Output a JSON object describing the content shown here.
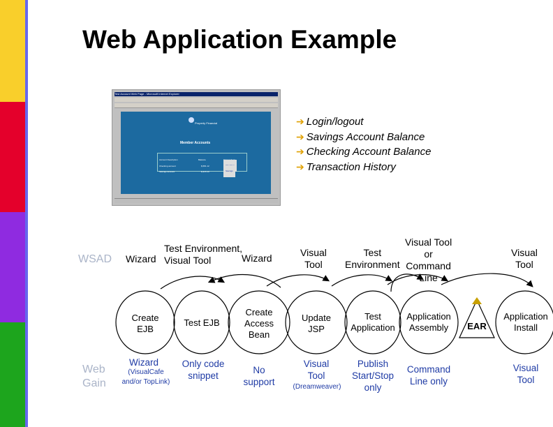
{
  "title": "Web Application Example",
  "sidebar_colors": [
    "#f9cf2b",
    "#e4002b",
    "#8f2be0",
    "#1da51d",
    "#6666ee"
  ],
  "screenshot": {
    "window_title": "Test Account Web Page - Microsoft Internet Explorer",
    "logo": "Property Financial",
    "heading": "Member Accounts",
    "columns": [
      "Account Description",
      "Balance",
      "Transactions"
    ],
    "rows": [
      {
        "desc": "Checking account",
        "balance": "$,581.12",
        "button": "Checking"
      },
      {
        "desc": "Savings Account",
        "balance": "$,315.13",
        "button": "Savings"
      }
    ]
  },
  "bullets": [
    "Login/logout",
    "Savings Account Balance",
    "Checking Account Balance",
    "Transaction History"
  ],
  "row_labels": {
    "wsad": "WSAD",
    "web_gain": "Web\nGain"
  },
  "tools": {
    "wizard": "Wizard",
    "test_env": "Test Environment,\nVisual Tool",
    "wizard2": "Wizard",
    "visual_tool_1": "Visual\nTool",
    "test_env2": "Test\nEnvironment",
    "visual_cmd": "Visual Tool\nor\nCommand\nLine",
    "visual_tool_2": "Visual\nTool"
  },
  "steps": [
    "Create\nEJB",
    "Test EJB",
    "Create\nAccess\nBean",
    "Update\nJSP",
    "Test\nApplication",
    "Application\nAssembly",
    "Application\nInstall"
  ],
  "ear_label": "EAR",
  "web_gain": [
    "Wizard",
    "(VisualCafe\nand/or TopLink)",
    "Only code\nsnippet",
    "No\nsupport",
    "Visual\nTool",
    "(Dreamweaver)",
    "Publish\nStart/Stop\nonly",
    "Command\nLine only",
    "Visual\nTool"
  ]
}
